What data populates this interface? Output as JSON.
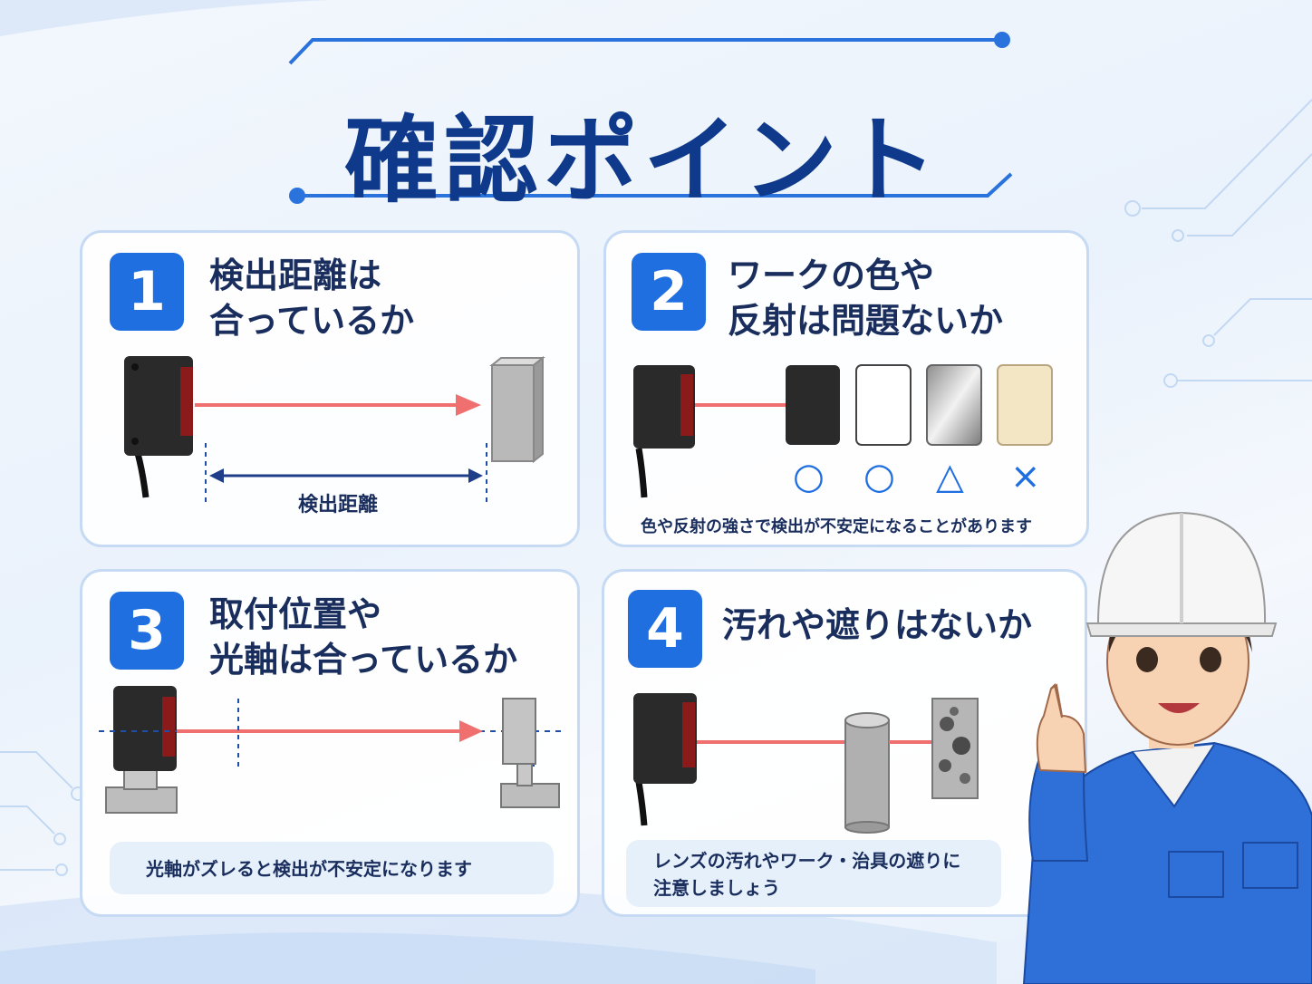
{
  "title": "確認ポイント",
  "cards": [
    {
      "number": "1",
      "heading_line1": "検出距離は",
      "heading_line2": "合っているか",
      "label": "検出距離"
    },
    {
      "number": "2",
      "heading_line1": "ワークの色や",
      "heading_line2": "反射は問題ないか",
      "marks": [
        "○",
        "○",
        "△",
        "×"
      ],
      "note": "色や反射の強さで検出が不安定になることがあります"
    },
    {
      "number": "3",
      "heading_line1": "取付位置や",
      "heading_line2": "光軸は合っているか",
      "note": "光軸がズレると検出が不安定になります"
    },
    {
      "number": "4",
      "heading_line1": "汚れや遮りはないか",
      "note_line1": "レンズの汚れやワーク・治具の遮りに",
      "note_line2": "注意しましょう"
    }
  ],
  "colors": {
    "accent": "#1f6fe0",
    "title": "#0f3a8c",
    "beam": "#f07070",
    "card_border": "#c6daf3",
    "jacket": "#2f6fd8"
  }
}
